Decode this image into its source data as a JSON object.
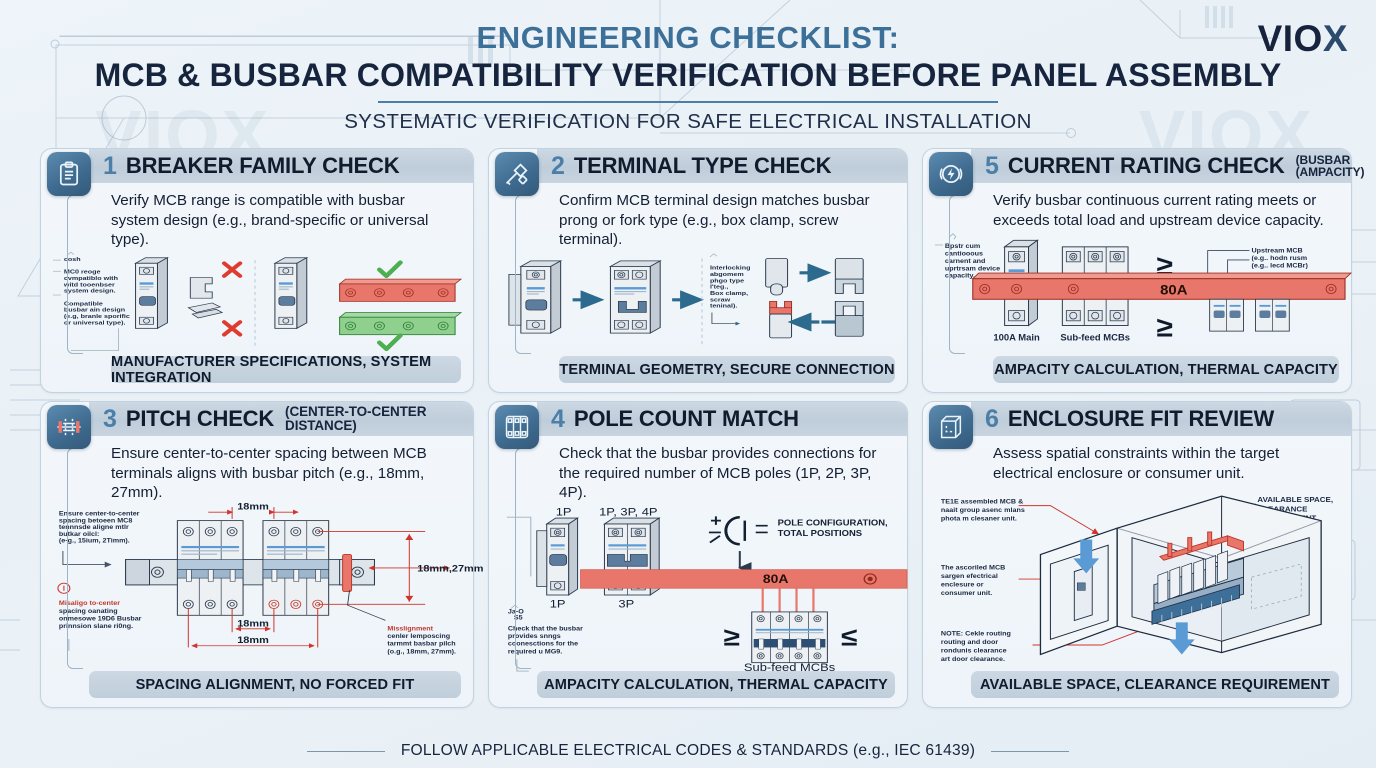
{
  "brand": {
    "name_main": "VIO",
    "name_accent": "X"
  },
  "header": {
    "kicker": "ENGINEERING CHECKLIST:",
    "title": "MCB & BUSBAR COMPATIBILITY VERIFICATION BEFORE PANEL ASSEMBLY",
    "subtitle": "SYSTEMATIC VERIFICATION FOR SAFE ELECTRICAL INSTALLATION",
    "watermark": "VIOX"
  },
  "footer": {
    "text": "FOLLOW APPLICABLE ELECTRICAL CODES & STANDARDS (e.g., IEC 61439)"
  },
  "colors": {
    "accent_blue": "#3d7098",
    "navy": "#16243e",
    "badge_blue": "#3f6c90",
    "busbar_red": "#e8766a",
    "check_green": "#4caf50",
    "cross_red": "#e03b2f",
    "band_gray": "#c6d3df"
  },
  "cards": [
    {
      "number": "1",
      "title": "BREAKER FAMILY CHECK",
      "subtitle": "",
      "icon": "clipboard-icon",
      "description": "Verify MCB range is compatible with busbar system design (e.g., brand-specific or universal type).",
      "footer": "MANUFACTURER SPECIFICATIONS, SYSTEM INTEGRATION",
      "annotations": {
        "left_1": "MC0 reoge cvmpatibfo with witd tooenbser system design.",
        "left_2": "Compatible busbar ain design (e.g, branle sporific or universal type)."
      },
      "marks": {
        "bad": "✕",
        "good": "✓"
      }
    },
    {
      "number": "2",
      "title": "TERMINAL TYPE CHECK",
      "subtitle": "",
      "icon": "terminal-tool-icon",
      "description": "Confirm MCB terminal design matches busbar prong or fork type (e.g., box clamp, screw terminal).",
      "footer": "TERMINAL GEOMETRY, SECURE CONNECTION",
      "annotations": {
        "left_1": "Interlocking abgomem phgo type l'teg., Box clamp, scraw teninal)."
      }
    },
    {
      "number": "5",
      "title": "CURRENT RATING CHECK",
      "subtitle": "(BUSBAR\n(AMPACITY)",
      "icon": "current-rating-icon",
      "description": "Verify busbar continuous current rating meets or exceeds total load and upstream device capacity.",
      "footer": "AMPACITY CALCULATION, THERMAL CAPACITY",
      "annotations": {
        "left_1": "Bpstr cum cantiooous carnent and uprtrsam device capacity.",
        "right_1": "Upstream MCB (e.g.. hodn rusm (e.g.. lecd MCBr)"
      },
      "labels": {
        "main": "100A Main",
        "subfeed": "Sub-feed MCBs",
        "busbar_rating": "80A",
        "op1": "≥",
        "op2": "≥"
      }
    },
    {
      "number": "3",
      "title": "PITCH CHECK",
      "subtitle": "(CENTER-TO-CENTER DISTANCE)",
      "icon": "pitch-icon",
      "description": "Ensure center-to-center spacing between MCB terminals aligns with busbar pitch (e.g., 18mm, 27mm).",
      "footer": "SPACING ALIGNMENT, NO FORCED FIT",
      "annotations": {
        "left_1": "Ensure center-to-center spacing betoeen MC8 tennnsde aligne mtlr butkar oilcl: (e-g., 15ium, 2Timm).",
        "left_warn_title": "Misaligo to-center",
        "left_warn_body": "spacing oanating onmesowe 19D6 Busbar prinnsion slane ri0ng.",
        "right_warn_title": "Misslignment",
        "right_warn_body": "cenler lemposcing tarmmt basbar pilch (o.g., 18mm, 27mm)."
      },
      "dims": {
        "top": "18mm",
        "right": "18mm,27mm",
        "mid": "18mm",
        "bottom": "18mm"
      }
    },
    {
      "number": "4",
      "title": "POLE COUNT MATCH",
      "subtitle": "",
      "icon": "pole-count-icon",
      "description": "Check that the busbar provides connections for the required number of MCB poles (1P, 2P, 3P, 4P).",
      "footer": "AMPACITY CALCULATION, THERMAL CAPACITY",
      "annotations": {
        "left_1": "Check that the busbar provides snngs coonesctions for the required u MG9."
      },
      "labels": {
        "top_left": "1P",
        "top_right": "1P, 3P, 4P",
        "bot_left": "1P",
        "bot_right": "3P",
        "legend": "POLE CONFIGURATION,\nTOTAL POSITIONS",
        "busbar_rating": "80A",
        "subfeed": "Sub-feed MCBs",
        "op_left": "≥",
        "op_right": "≤"
      }
    },
    {
      "number": "6",
      "title": "ENCLOSURE FIT REVIEW",
      "subtitle": "",
      "icon": "enclosure-icon",
      "description": "Assess spatial constraints within the target electrical enclosure or consumer unit.",
      "footer": "AVAILABLE SPACE, CLEARANCE REQUIREMENT",
      "annotations": {
        "left_1": "TE1E assembled MCB & naait group asenc mlans phota m clesaner unit.",
        "left_2": "The ascoriled MCB sargen efectrical enclesure or consumer unit.",
        "left_3": "NOTE: Cekle routing routing and door rondunis clearance art door clearance.",
        "right_1": "AVAILABLE SPACE,\nCLEARANCE\nREQUIREMENT"
      }
    }
  ]
}
